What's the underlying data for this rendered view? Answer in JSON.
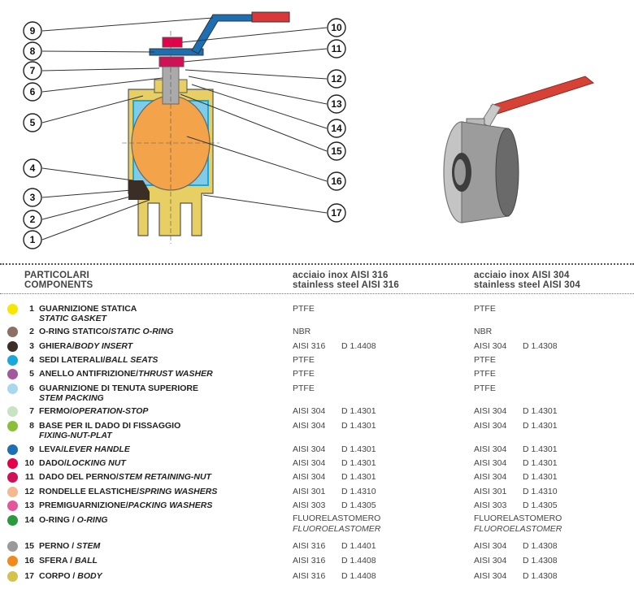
{
  "header": {
    "col_components_it": "PARTICOLARI",
    "col_components_en": "COMPONENTS",
    "col_316_it": "acciaio inox AISI 316",
    "col_316_en": "stainless steel AISI 316",
    "col_304_it": "acciaio inox AISI 304",
    "col_304_en": "stainless steel AISI 304"
  },
  "callouts": [
    "1",
    "2",
    "3",
    "4",
    "5",
    "6",
    "7",
    "8",
    "9",
    "10",
    "11",
    "12",
    "13",
    "14",
    "15",
    "16",
    "17"
  ],
  "rows": [
    {
      "num": "1",
      "it": "GUARNIZIONE STATICA",
      "en": "STATIC GASKET",
      "color": "#f7e600",
      "m316": "PTFE",
      "d316": "",
      "m304": "PTFE",
      "d304": ""
    },
    {
      "num": "2",
      "it": "O-RING STATICO/",
      "en": "STATIC O-RING",
      "color": "#8c7063",
      "m316": "NBR",
      "d316": "",
      "m304": "NBR",
      "d304": ""
    },
    {
      "num": "3",
      "it": "GHIERA/",
      "en": "BODY INSERT",
      "color": "#3a2e26",
      "m316": "AISI 316",
      "d316": "D 1.4408",
      "m304": "AISI 304",
      "d304": "D 1.4308"
    },
    {
      "num": "4",
      "it": "SEDI LATERALI/",
      "en": "BALL SEATS",
      "color": "#1aa7d9",
      "m316": "PTFE",
      "d316": "",
      "m304": "PTFE",
      "d304": ""
    },
    {
      "num": "5",
      "it": "ANELLO ANTIFRIZIONE/",
      "en": "THRUST WASHER",
      "color": "#a3589b",
      "m316": "PTFE",
      "d316": "",
      "m304": "PTFE",
      "d304": ""
    },
    {
      "num": "6",
      "it": "GUARNIZIONE DI TENUTA SUPERIORE",
      "en": "STEM PACKING",
      "color": "#a8d8f0",
      "m316": "PTFE",
      "d316": "",
      "m304": "PTFE",
      "d304": ""
    },
    {
      "num": "7",
      "it": "FERMO/",
      "en": "OPERATION-STOP",
      "color": "#c8e3c3",
      "m316": "AISI 304",
      "d316": "D 1.4301",
      "m304": "AISI 304",
      "d304": "D 1.4301"
    },
    {
      "num": "8",
      "it": "BASE PER IL DADO DI FISSAGGIO",
      "en": "FIXING-NUT-PLAT",
      "color": "#8bbf3a",
      "m316": "AISI 304",
      "d316": "D 1.4301",
      "m304": "AISI 304",
      "d304": "D 1.4301"
    },
    {
      "num": "9",
      "it": "LEVA/",
      "en": "LEVER HANDLE",
      "color": "#1d6fb3",
      "m316": "AISI 304",
      "d316": "D 1.4301",
      "m304": "AISI 304",
      "d304": "D 1.4301"
    },
    {
      "num": "10",
      "it": "DADO/",
      "en": "LOCKING NUT",
      "color": "#e5004b",
      "m316": "AISI 304",
      "d316": "D 1.4301",
      "m304": "AISI 304",
      "d304": "D 1.4301"
    },
    {
      "num": "11",
      "it": "DADO DEL PERNO/",
      "en": "STEM RETAINING-NUT",
      "color": "#d11057",
      "m316": "AISI 304",
      "d316": "D 1.4301",
      "m304": "AISI 304",
      "d304": "D 1.4301"
    },
    {
      "num": "12",
      "it": "RONDELLE ELASTICHE/",
      "en": "SPRING WASHERS",
      "color": "#f4b98c",
      "m316": "AISI 301",
      "d316": "D 1.4310",
      "m304": "AISI 301",
      "d304": "D 1.4310"
    },
    {
      "num": "13",
      "it": "PREMIGUARNIZIONE/",
      "en": "PACKING WASHERS",
      "color": "#e4569b",
      "m316": "AISI 303",
      "d316": "D 1.4305",
      "m304": "AISI 303",
      "d304": "D 1.4305"
    },
    {
      "num": "14",
      "it": "O-RING / ",
      "en": "O-RING",
      "color": "#2b9a3e",
      "m316": "FLUORELASTOMERO",
      "d316": "FLUOROELASTOMER",
      "m304": "FLUORELASTOMERO",
      "d304": "FLUOROELASTOMER"
    },
    {
      "num": "15",
      "it": "PERNO / ",
      "en": "STEM",
      "color": "#9a9a9a",
      "m316": "AISI 316",
      "d316": "D 1.4401",
      "m304": "AISI 304",
      "d304": "D 1.4308"
    },
    {
      "num": "16",
      "it": "SFERA / ",
      "en": "BALL",
      "color": "#f18a1a",
      "m316": "AISI 316",
      "d316": "D 1.4408",
      "m304": "AISI 304",
      "d304": "D 1.4308"
    },
    {
      "num": "17",
      "it": "CORPO / ",
      "en": "BODY",
      "color": "#d4c34a",
      "m316": "AISI 316",
      "d316": "D 1.4408",
      "m304": "AISI 304",
      "d304": "D 1.4308"
    }
  ]
}
